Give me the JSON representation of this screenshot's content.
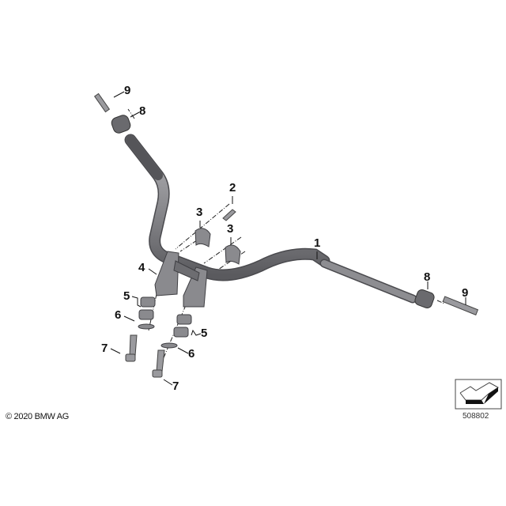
{
  "diagram": {
    "callouts": [
      {
        "id": "9a",
        "label": "9"
      },
      {
        "id": "8a",
        "label": "8"
      },
      {
        "id": "2",
        "label": "2"
      },
      {
        "id": "3a",
        "label": "3"
      },
      {
        "id": "3b",
        "label": "3"
      },
      {
        "id": "1",
        "label": "1"
      },
      {
        "id": "4",
        "label": "4"
      },
      {
        "id": "5a",
        "label": "5"
      },
      {
        "id": "6a",
        "label": "6"
      },
      {
        "id": "7a",
        "label": "7"
      },
      {
        "id": "5b",
        "label": "5"
      },
      {
        "id": "6b",
        "label": "6"
      },
      {
        "id": "7b",
        "label": "7"
      },
      {
        "id": "8b",
        "label": "8"
      },
      {
        "id": "9b",
        "label": "9"
      }
    ],
    "copyright": "© 2020 BMW AG",
    "diagram_number": "508802",
    "colors": {
      "part": "#8c8c90",
      "part_dark": "#5e5e62",
      "outline": "#3a3a3a",
      "text": "#111111"
    }
  }
}
